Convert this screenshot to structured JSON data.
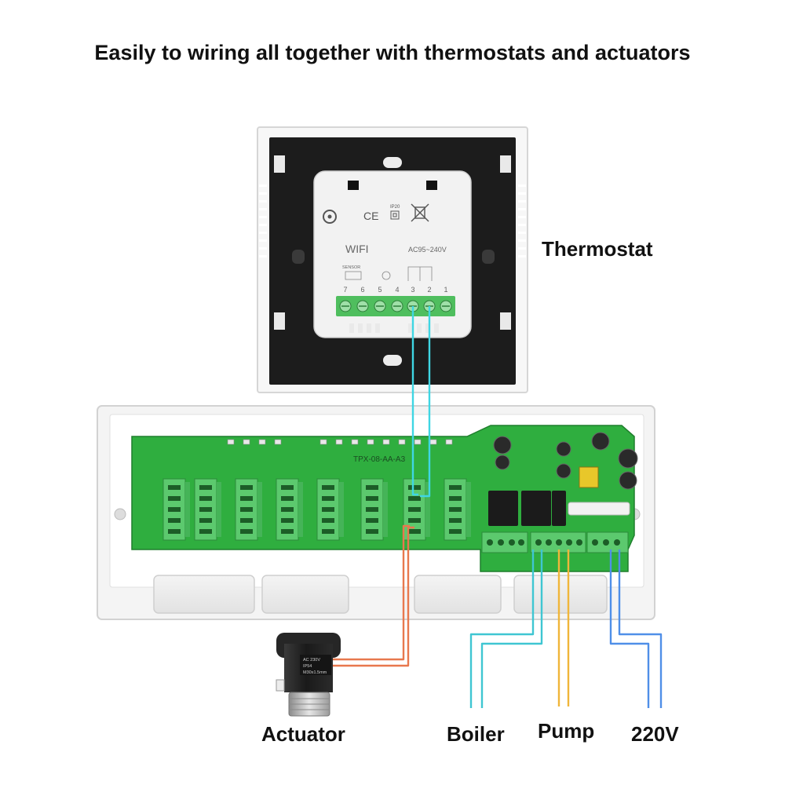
{
  "headline": "Easily to wiring all together with thermostats and actuators",
  "labels": {
    "thermostat": "Thermostat",
    "actuator": "Actuator",
    "boiler": "Boiler",
    "pump": "Pump",
    "power": "220V"
  },
  "thermostat_module": {
    "ce_mark": "CE",
    "ip_rating": "IP20",
    "wifi": "WIFI",
    "voltage": "AC95~240V",
    "sensor": "SENSOR",
    "terminals": [
      "7",
      "6",
      "5",
      "4",
      "3",
      "2",
      "1"
    ]
  },
  "controller": {
    "model": "TPX-08-AA-A3"
  },
  "actuator_print": {
    "line1": "AC 230V",
    "line2": "IP54",
    "line3": "M30x1.5mm"
  },
  "colors": {
    "thermostat_wire": "#3fd6e3",
    "actuator_wire": "#e8784e",
    "boiler_wire": "#3fc6d2",
    "pump_wire": "#f0b63a",
    "power_wire": "#4f8fe8",
    "pcb": "#2fae3f",
    "terminal": "#58c96c"
  }
}
